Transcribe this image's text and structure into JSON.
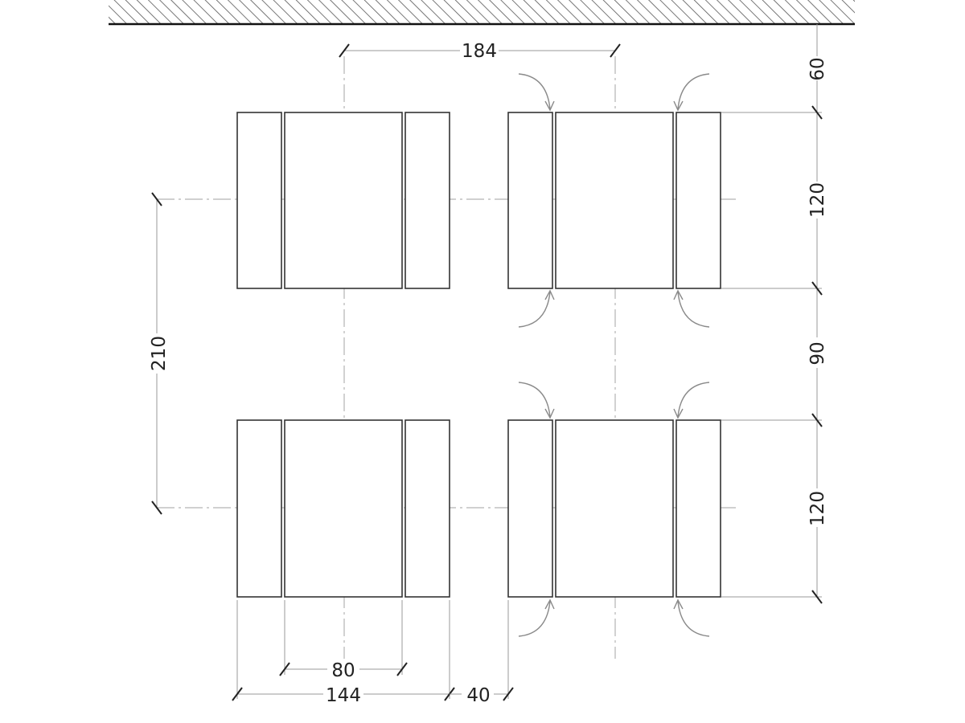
{
  "dimensions": {
    "top_spacing": "184",
    "wall_clearance": "60",
    "table_depth_top": "120",
    "aisle_between": "90",
    "table_depth_bottom": "120",
    "row_pitch": "210",
    "table_width": "80",
    "set_width": "144",
    "gap_between_sets": "40"
  },
  "colors": {
    "outline": "#333333",
    "dimension_line": "#9a9a9a",
    "centerline": "#b5b5b5",
    "arrow": "#8a8a8a"
  }
}
